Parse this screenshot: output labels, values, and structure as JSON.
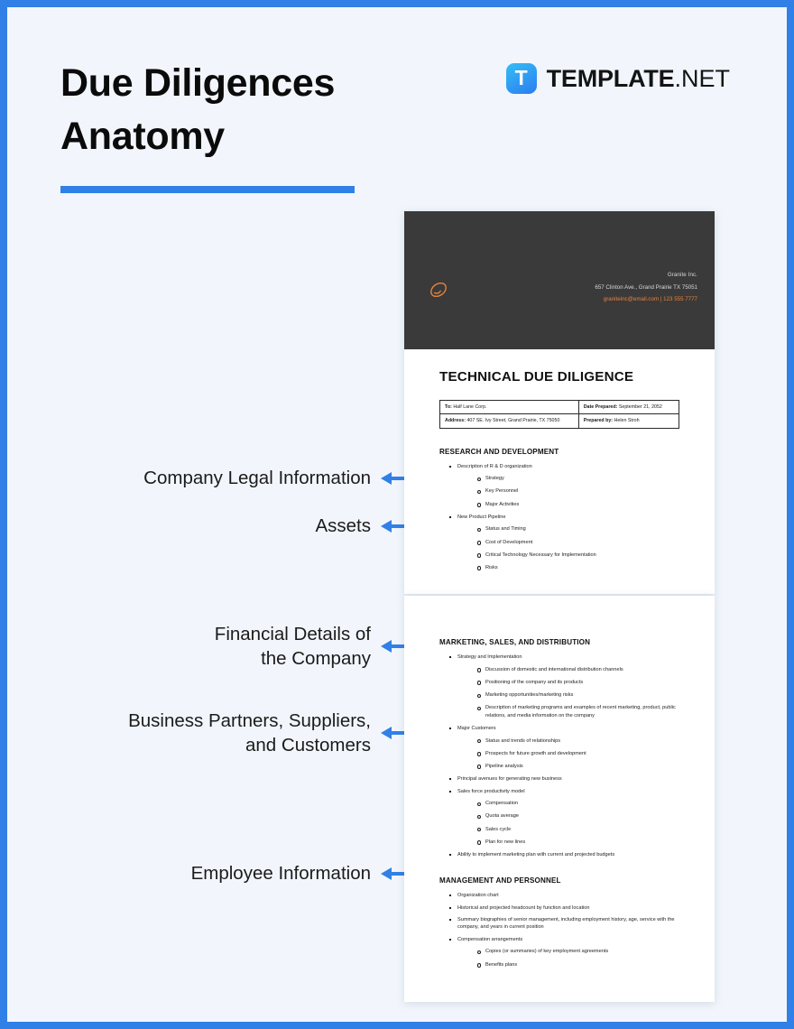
{
  "theme": {
    "accent": "#3180e7",
    "background": "#f2f6fc",
    "doc_header_bg": "#3a3a3a",
    "doc_accent_orange": "#e8823c"
  },
  "header": {
    "title": "Due Diligences\nAnatomy",
    "brand": {
      "mark_letter": "T",
      "name_bold": "TEMPLATE",
      "name_light": ".NET"
    }
  },
  "annotations": [
    {
      "label": "Company Legal Information"
    },
    {
      "label": "Assets"
    },
    {
      "label": "Financial Details of\nthe Company"
    },
    {
      "label": "Business Partners, Suppliers,\nand Customers"
    },
    {
      "label": "Employee Information"
    }
  ],
  "document": {
    "letterhead": {
      "company_name": "Granite Inc.",
      "address": "657 Clinton Ave., Grand Prairie TX 75051",
      "contact": "graniteinc@email.com | 123 555 7777"
    },
    "title": "TECHNICAL DUE DILIGENCE",
    "info_table": {
      "to_label": "To:",
      "to_value": " Half Lane Corp.",
      "date_label": "Date Prepared:",
      "date_value": " September 21, 2052",
      "address_label": "Address:",
      "address_value": " 407 SE. Ivy Street, Grand Prairie, TX 75050",
      "prepared_label": "Prepared by:",
      "prepared_value": " Helen Stroh"
    },
    "sections": [
      {
        "heading": "RESEARCH AND DEVELOPMENT",
        "items": [
          {
            "text": "Description of R & D organization",
            "sub": [
              "Strategy",
              "Key Personnel",
              "Major Activities"
            ]
          },
          {
            "text": "New Product Pipeline",
            "sub": [
              "Status and Timing",
              "Cost of Development",
              "Critical Technology Necessary for Implementation",
              "Risks"
            ]
          }
        ]
      },
      {
        "heading": "MARKETING, SALES, AND DISTRIBUTION",
        "items": [
          {
            "text": "Strategy and Implementation",
            "sub": [
              "Discussion of domestic and international distribution channels",
              "Positioning of the company and its products",
              "Marketing opportunities/marketing risks",
              "Description of marketing programs and examples of recent marketing, product, public relations, and media information on the company"
            ]
          },
          {
            "text": "Major Customers",
            "sub": [
              "Status and trends of relationships",
              "Prospects for future growth and development",
              "Pipeline analysis"
            ]
          },
          {
            "text": "Principal avenues for generating new business",
            "sub": []
          },
          {
            "text": "Sales force productivity model",
            "sub": [
              "Compensation",
              "Quota average",
              "Sales cycle",
              "Plan for new lines"
            ]
          },
          {
            "text": "Ability to implement marketing plan with current and projected budgets",
            "sub": []
          }
        ]
      },
      {
        "heading": "MANAGEMENT AND PERSONNEL",
        "items": [
          {
            "text": "Organization chart",
            "sub": []
          },
          {
            "text": "Historical and projected headcount by function and location",
            "sub": []
          },
          {
            "text": "Summary biographies of senior management, including employment history, age, service with the company, and years in current position",
            "sub": []
          },
          {
            "text": "Compensation arrangements",
            "sub": [
              "Copies (or summaries) of key employment agreements",
              "Benefits plans"
            ]
          }
        ]
      }
    ]
  }
}
